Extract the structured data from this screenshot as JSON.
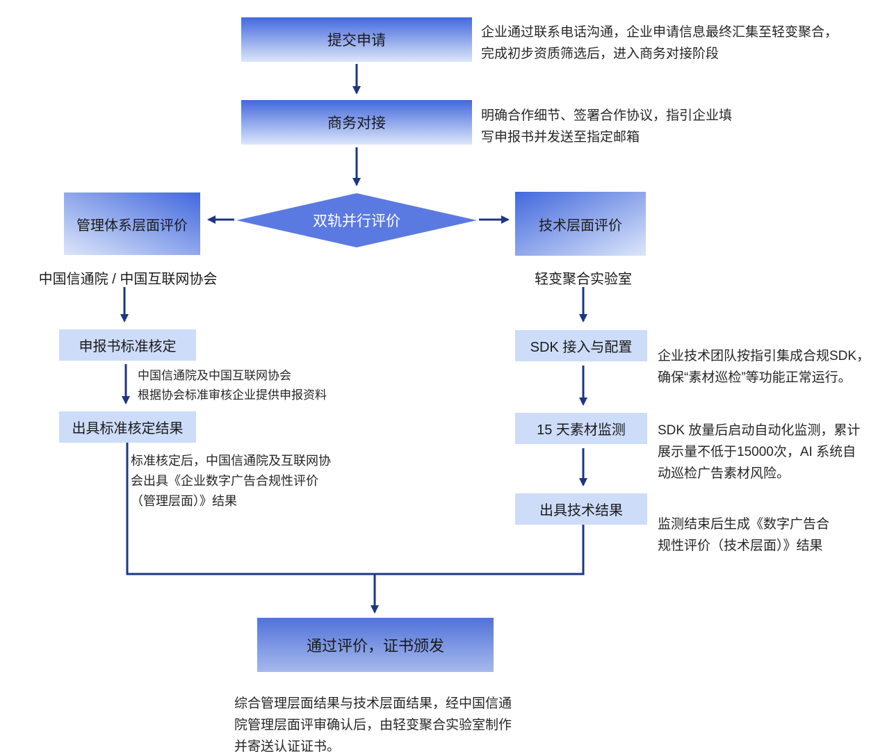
{
  "colors": {
    "arrow": "#1d3583",
    "diamond_fill": "#5b7ae1",
    "light_box_bg": "#cddcf9",
    "gradient_dark": "#4268dd",
    "gradient_light": "#dce6fa",
    "final_box_top": "#5173d9",
    "final_box_bottom": "#a6b9ec"
  },
  "nodes": {
    "submit": {
      "label": "提交申请"
    },
    "business": {
      "label": "商务对接"
    },
    "dual_track": {
      "label": "双轨并行评价"
    },
    "mgmt_eval": {
      "label": "管理体系层面评价"
    },
    "tech_eval": {
      "label": "技术层面评价"
    },
    "mgmt_org": {
      "label": "中国信通院 / 中国互联网协会"
    },
    "tech_org": {
      "label": "轻变聚合实验室"
    },
    "declare_check": {
      "label": "申报书标准核定"
    },
    "std_result": {
      "label": "出具标准核定结果"
    },
    "sdk_setup": {
      "label": "SDK 接入与配置"
    },
    "material_monitor": {
      "label": "15 天素材监测"
    },
    "tech_result": {
      "label": "出具技术结果"
    },
    "final": {
      "label": "通过评价，证书颁发"
    }
  },
  "notes": {
    "submit": "企业通过联系电话沟通，企业申请信息最终汇集至轻变聚合，\n完成初步资质筛选后，进入商务对接阶段",
    "business": "明确合作细节、签署合作协议，指引企业填\n写申报书并发送至指定邮箱",
    "declare_check": "中国信通院及中国互联网协会\n根据协会标准审核企业提供申报资料",
    "std_result": "标准核定后，中国信通院及互联网协\n会出具《企业数字广告合规性评价\n（管理层面）》结果",
    "sdk_setup": "企业技术团队按指引集成合规SDK，\n确保“素材巡检”等功能正常运行。",
    "material_monitor": "SDK 放量后启动自动化监测，累计\n展示量不低于15000次，AI 系统自\n动巡检广告素材风险。",
    "tech_result": "监测结束后生成《数字广告合\n规性评价（技术层面）》结果",
    "final": "综合管理层面结果与技术层面结果，经中国信通\n院管理层面评审确认后，由轻变聚合实验室制作\n并寄送认证证书。"
  }
}
